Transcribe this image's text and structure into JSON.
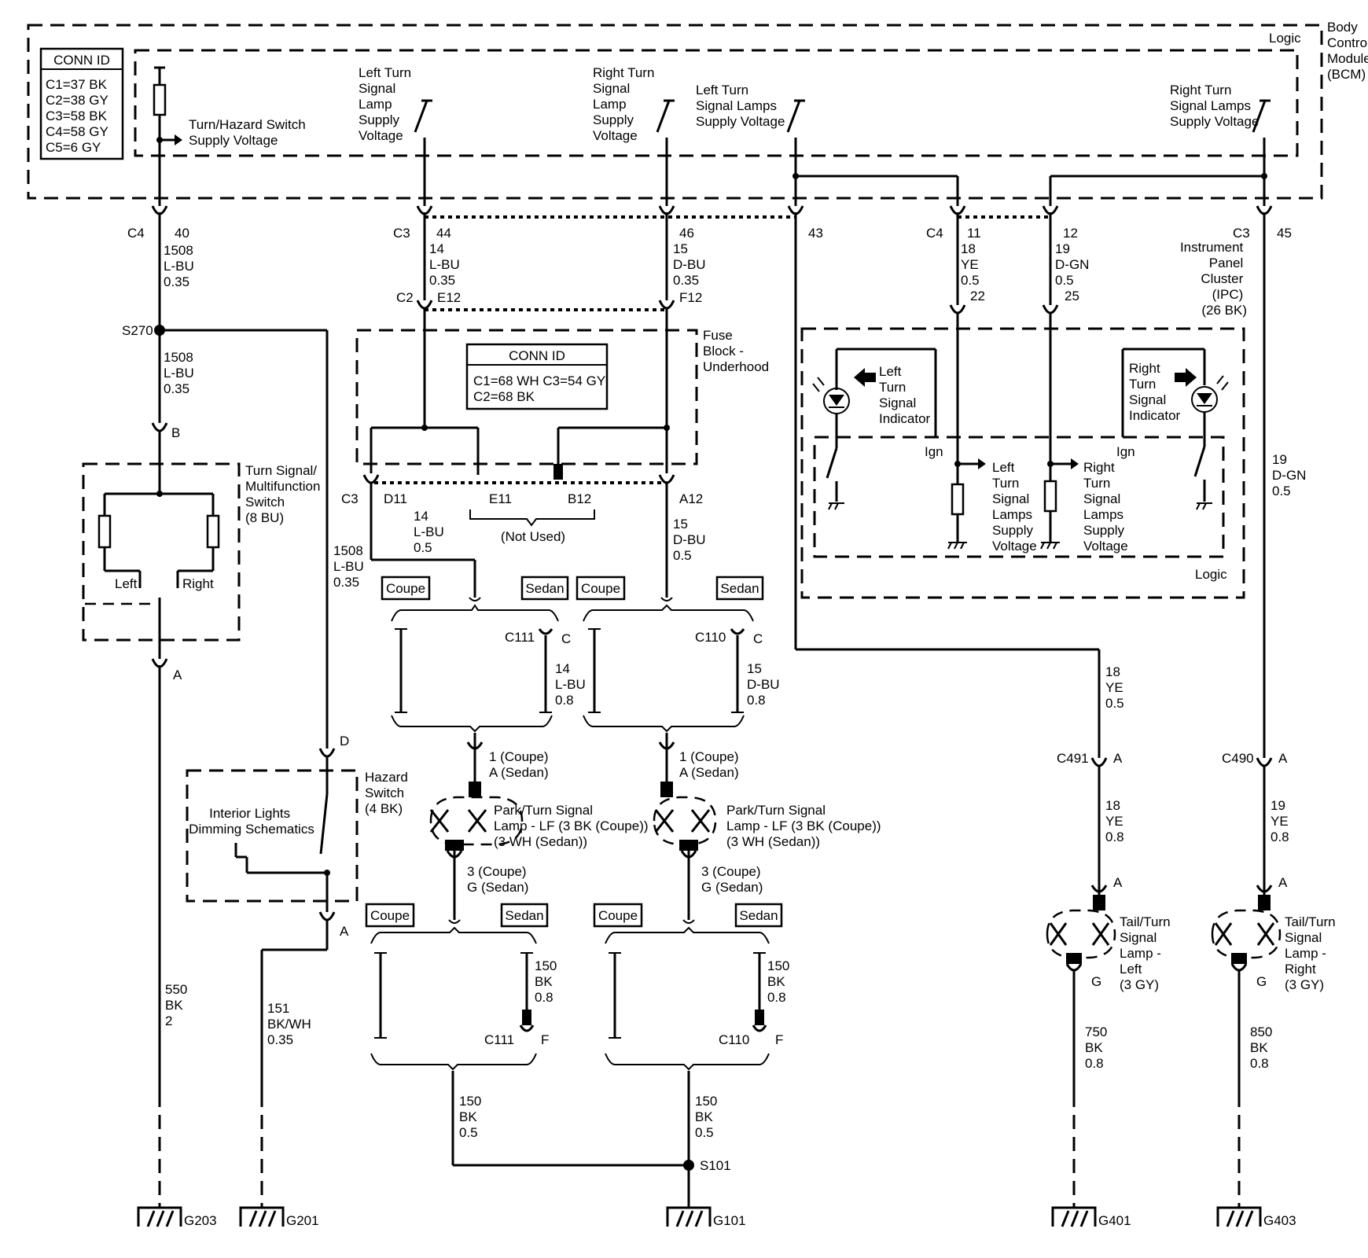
{
  "bcm": {
    "title_lines": [
      "Body",
      "Control",
      "Module",
      "(BCM)"
    ],
    "logic": "Logic",
    "conn_id": {
      "title": "CONN ID",
      "rows": [
        "C1=37 BK",
        "C2=38 GY",
        "C3=58 BK",
        "C4=58 GY",
        "C5=6 GY"
      ]
    },
    "turn_hazard_supply": [
      "Turn/Hazard Switch",
      "Supply Voltage"
    ],
    "left_lamp_supply": [
      "Left Turn",
      "Signal",
      "Lamp",
      "Supply",
      "Voltage"
    ],
    "right_lamp_supply": [
      "Right Turn",
      "Signal",
      "Lamp",
      "Supply",
      "Voltage"
    ],
    "left_lamps_supply": [
      "Left Turn",
      "Signal Lamps",
      "Supply Voltage"
    ],
    "right_lamps_supply": [
      "Right Turn",
      "Signal Lamps",
      "Supply Voltage"
    ]
  },
  "wires_top": {
    "c4_40": {
      "conn": "C4",
      "pin": "40",
      "circuit": [
        "1508",
        "L-BU",
        "0.35"
      ]
    },
    "c3_44": {
      "conn": "C3",
      "pin": "44",
      "circuit": [
        "14",
        "L-BU",
        "0.35"
      ]
    },
    "c3_46": {
      "pin": "46",
      "circuit": [
        "15",
        "D-BU",
        "0.35"
      ]
    },
    "p43": {
      "pin": "43"
    },
    "c4_11": {
      "conn": "C4",
      "pin": "11",
      "circuit": [
        "18",
        "YE",
        "0.5"
      ],
      "ipc_pin": "22"
    },
    "p12": {
      "pin": "12",
      "circuit": [
        "19",
        "D-GN",
        "0.5"
      ],
      "ipc_pin": "25"
    },
    "c3_45": {
      "conn": "C3",
      "pin": "45"
    }
  },
  "splice_s270": {
    "label": "S270",
    "circuit": [
      "1508",
      "L-BU",
      "0.35"
    ],
    "branch_circuit": [
      "1508",
      "L-BU",
      "0.35"
    ]
  },
  "turn_switch": {
    "title": [
      "Turn Signal/",
      "Multifunction",
      "Switch",
      "(8 BU)"
    ],
    "left": "Left",
    "right": "Right",
    "pin_b": "B",
    "pin_a": "A"
  },
  "hazard_switch": {
    "title": [
      "Hazard",
      "Switch",
      "(4 BK)"
    ],
    "pin_d": "D",
    "pin_a": "A",
    "ref": [
      "Interior Lights",
      "Dimming Schematics"
    ]
  },
  "fuse_block": {
    "title": [
      "Fuse",
      "Block -",
      "Underhood"
    ],
    "c2": "C2",
    "e12": "E12",
    "f12": "F12",
    "conn_id": {
      "title": "CONN ID",
      "rows": [
        "C1=68 WH  C3=54 GY",
        "C2=68 BK"
      ]
    },
    "c3": "C3",
    "d11": "D11",
    "e11": "E11",
    "b12": "B12",
    "a12": "A12",
    "not_used": "(Not Used)"
  },
  "left_front": {
    "circuit": [
      "14",
      "L-BU",
      "0.5"
    ],
    "coupe": "Coupe",
    "sedan": "Sedan",
    "conn": "C111",
    "pin": "C",
    "jumper": [
      "14",
      "L-BU",
      "0.8"
    ],
    "lamp_pins": [
      "1 (Coupe)",
      "A (Sedan)"
    ],
    "lamp": [
      "Park/Turn Signal",
      "Lamp - LF (3 BK (Coupe))",
      "(3 WH (Sedan))"
    ],
    "ground_pins": [
      "3 (Coupe)",
      "G (Sedan)"
    ],
    "coupe2": "Coupe",
    "sedan2": "Sedan",
    "ground_circuit": [
      "150",
      "BK",
      "0.8"
    ],
    "conn2": "C111",
    "pin2": "F"
  },
  "right_front": {
    "circuit": [
      "15",
      "D-BU",
      "0.5"
    ],
    "coupe": "Coupe",
    "sedan": "Sedan",
    "conn": "C110",
    "pin": "C",
    "jumper": [
      "15",
      "D-BU",
      "0.8"
    ],
    "lamp_pins": [
      "1 (Coupe)",
      "A (Sedan)"
    ],
    "lamp": [
      "Park/Turn Signal",
      "Lamp - LF (3 BK (Coupe))",
      "(3 WH (Sedan))"
    ],
    "ground_pins": [
      "3 (Coupe)",
      "G (Sedan)"
    ],
    "coupe2": "Coupe",
    "sedan2": "Sedan",
    "ground_circuit": [
      "150",
      "BK",
      "0.8"
    ],
    "conn2": "C110",
    "pin2": "F"
  },
  "s101": {
    "label": "S101",
    "left_circuit": [
      "150",
      "BK",
      "0.5"
    ],
    "right_circuit": [
      "150",
      "BK",
      "0.5"
    ]
  },
  "ipc": {
    "conn": "C3",
    "title": [
      "Instrument",
      "Panel",
      "Cluster",
      "(IPC)",
      "(26 BK)"
    ],
    "left_indicator": [
      "Left",
      "Turn",
      "Signal",
      "Indicator"
    ],
    "right_indicator": [
      "Right",
      "Turn",
      "Signal",
      "Indicator"
    ],
    "ign": "Ign",
    "left_supply": [
      "Left",
      "Turn",
      "Signal",
      "Lamps",
      "Supply",
      "Voltage"
    ],
    "right_supply": [
      "Right",
      "Turn",
      "Signal",
      "Lamps",
      "Supply",
      "Voltage"
    ],
    "logic": "Logic",
    "right_wire": [
      "19",
      "D-GN",
      "0.5"
    ]
  },
  "rear_left": {
    "circuit_top": [
      "18",
      "YE",
      "0.5"
    ],
    "conn": "C491",
    "pin": "A",
    "circuit": [
      "18",
      "YE",
      "0.8"
    ],
    "lamp_pin": "A",
    "lamp": [
      "Tail/Turn",
      "Signal",
      "Lamp -",
      "Left",
      "(3 GY)"
    ],
    "gpin": "G",
    "ground_circuit": [
      "750",
      "BK",
      "0.8"
    ]
  },
  "rear_right": {
    "conn": "C490",
    "pin": "A",
    "circuit": [
      "19",
      "YE",
      "0.8"
    ],
    "lamp_pin": "A",
    "lamp": [
      "Tail/Turn",
      "Signal",
      "Lamp -",
      "Right",
      "(3 GY)"
    ],
    "gpin": "G",
    "ground_circuit": [
      "850",
      "BK",
      "0.8"
    ]
  },
  "switch_ground_circuit": [
    "550",
    "BK",
    "2"
  ],
  "hazard_ground_circuit": [
    "151",
    "BK/WH",
    "0.35"
  ],
  "grounds": [
    "G203",
    "G201",
    "G101",
    "G401",
    "G403"
  ]
}
